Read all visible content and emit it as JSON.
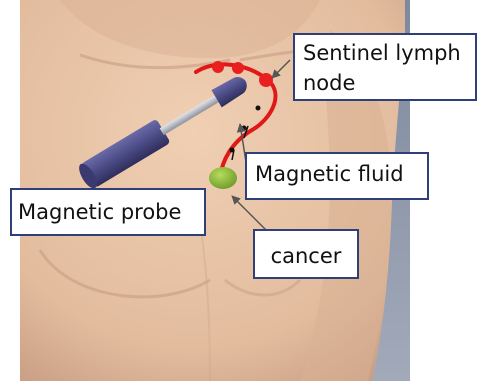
{
  "labels": {
    "sentinel_line1": "Sentinel lymph",
    "sentinel_line2": "node",
    "magnetic_fluid": "Magnetic fluid",
    "magnetic_probe": "Magnetic probe",
    "cancer": "cancer"
  },
  "colors": {
    "skin": "#e8c3a5",
    "skin_shadow": "#c99e84",
    "background": "#8b96aa",
    "lymph_vessel": "#e01818",
    "node": "#e82020",
    "tumor": "#8fbf3c",
    "probe_body": "#4b4b86",
    "probe_shaft": "#b8bcc6",
    "label_border": "#2f3f78",
    "arrow": "#555555"
  }
}
